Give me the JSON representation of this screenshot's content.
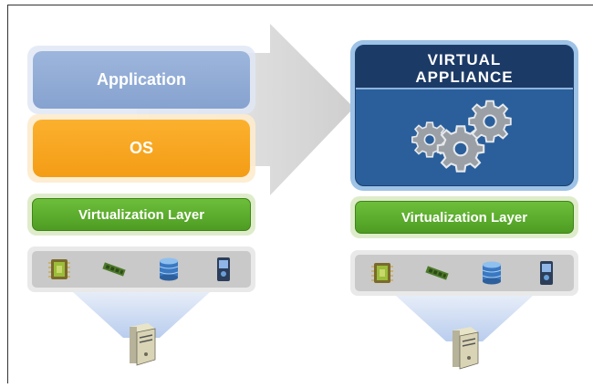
{
  "left_stack": {
    "application_label": "Application",
    "os_label": "OS",
    "virtualization_label": "Virtualization Layer",
    "hardware_icons": [
      "cpu-chip-icon",
      "memory-module-icon",
      "storage-disk-icon",
      "network-card-icon"
    ]
  },
  "right_stack": {
    "appliance_title_line1": "VIRTUAL",
    "appliance_title_line2": "APPLIANCE",
    "appliance_icon": "gears-icon",
    "virtualization_label": "Virtualization Layer",
    "hardware_icons": [
      "cpu-chip-icon",
      "memory-module-icon",
      "storage-disk-icon",
      "network-card-icon"
    ]
  },
  "colors": {
    "application": "#8ea9d4",
    "os": "#f7a51f",
    "virtualization": "#5aaa2c",
    "appliance_body": "#2a5f9c",
    "appliance_header": "#1c3a66",
    "arrow": "#d9d9d9"
  }
}
